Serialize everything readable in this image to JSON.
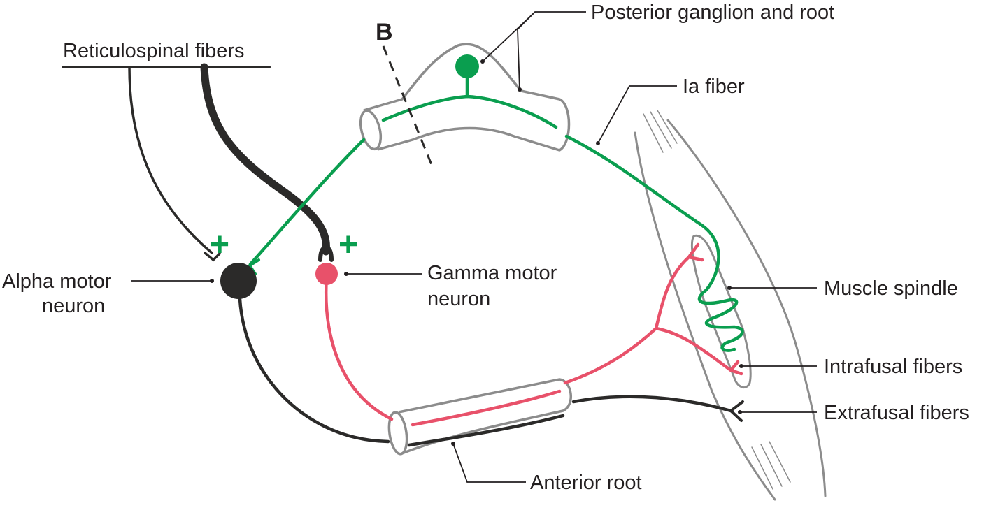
{
  "labels": {
    "reticulospinal": "Reticulospinal fibers",
    "posterior": "Posterior ganglion and root",
    "ia_fiber": "Ia fiber",
    "b_marker": "B",
    "alpha_line1": "Alpha motor",
    "alpha_line2": "neuron",
    "gamma_line1": "Gamma motor",
    "gamma_line2": "neuron",
    "muscle_spindle": "Muscle spindle",
    "intrafusal": "Intrafusal fibers",
    "extrafusal": "Extrafusal fibers",
    "anterior_root": "Anterior root",
    "plus_alpha": "+",
    "plus_gamma": "+"
  },
  "colors": {
    "sensory_green": "#0a9e4f",
    "gamma_red": "#e8516a",
    "alpha_dark": "#2b2a29",
    "sheath_gray": "#8c8c8c",
    "text": "#231f20"
  }
}
